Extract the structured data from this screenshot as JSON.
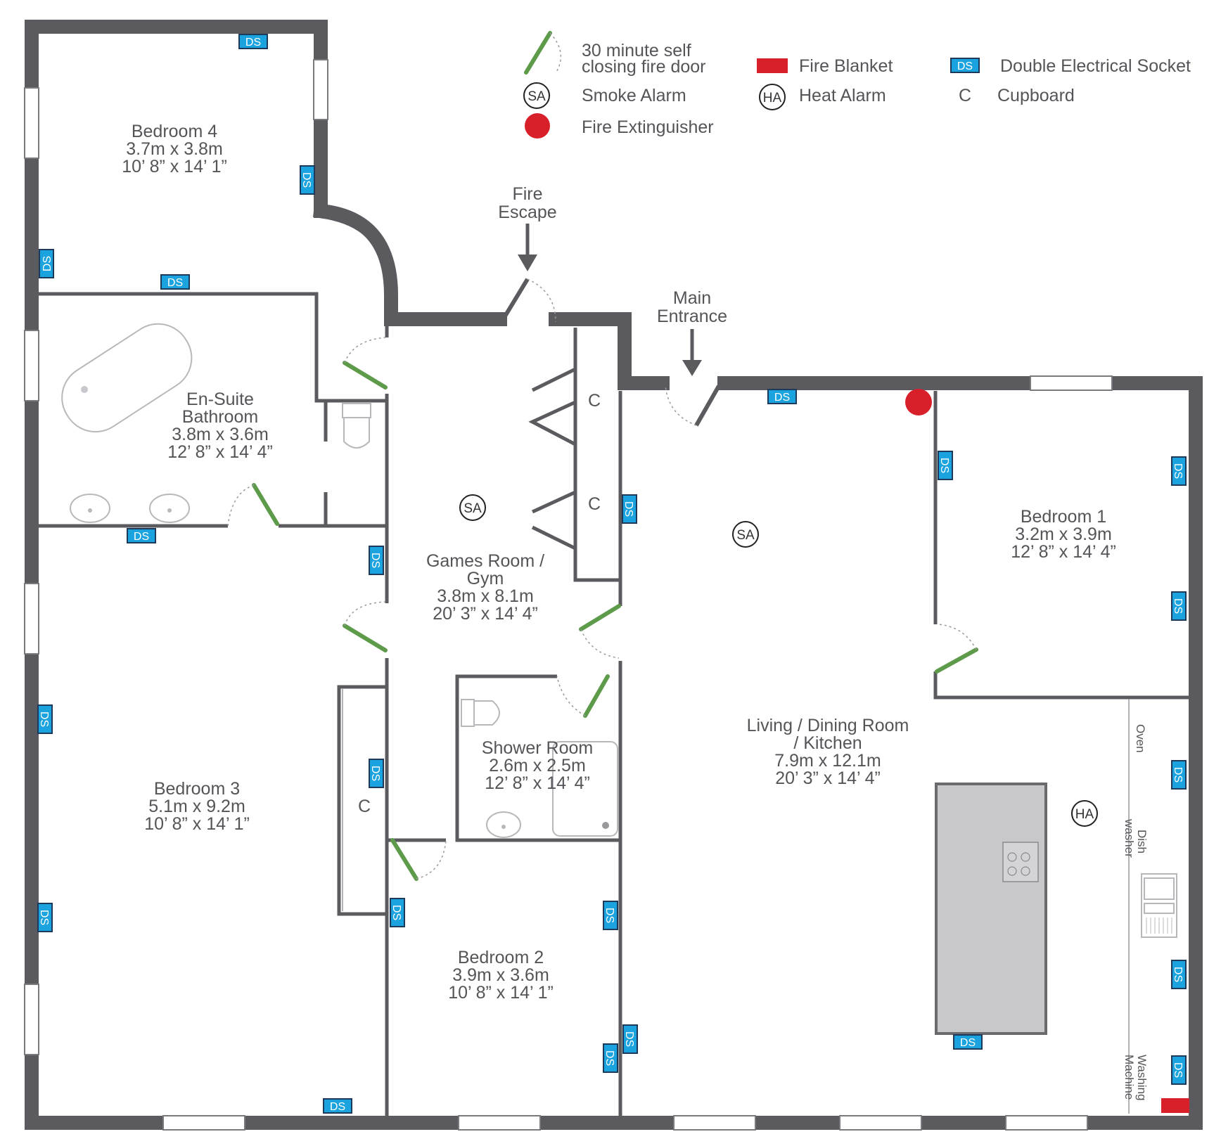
{
  "legend": {
    "fire_door": "30 minute self closing fire door",
    "fire_door_line1": "30 minute self",
    "fire_door_line2": "closing fire door",
    "smoke_alarm": "Smoke Alarm",
    "fire_extinguisher": "Fire Extinguisher",
    "fire_blanket": "Fire Blanket",
    "heat_alarm": "Heat Alarm",
    "double_socket": "Double Electrical Socket",
    "cupboard": "Cupboard",
    "sa_symbol": "SA",
    "ha_symbol": "HA",
    "ds_symbol": "DS",
    "c_symbol": "C"
  },
  "colors": {
    "wall": "#5b5b5f",
    "fire_door": "#5d9a4a",
    "socket": "#1aa3de",
    "extinguisher": "#d8202b",
    "blanket": "#d8202b",
    "island": "#c8c8ca",
    "text": "#555559"
  },
  "icons": [
    "fire-door-icon",
    "smoke-alarm-icon",
    "heat-alarm-icon",
    "fire-extinguisher-icon",
    "fire-blanket-icon",
    "socket-icon",
    "bath-icon",
    "toilet-icon",
    "basin-icon",
    "hob-icon",
    "sink-icon",
    "shower-tray-icon"
  ],
  "labels": {
    "fire_escape": [
      "Fire",
      "Escape"
    ],
    "main_entrance": [
      "Main",
      "Entrance"
    ],
    "oven": "Oven",
    "dishwasher": [
      "Dish",
      "washer"
    ],
    "washing_machine": [
      "Washing",
      "Machine"
    ]
  },
  "rooms": {
    "bedroom4": {
      "name": "Bedroom 4",
      "metric": "3.7m x 3.8m",
      "imperial": "10’ 8” x 14’ 1”"
    },
    "ensuite": {
      "name1": "En-Suite",
      "name2": "Bathroom",
      "metric": "3.8m x 3.6m",
      "imperial": "12’ 8” x 14’ 4”"
    },
    "games": {
      "name1": "Games Room /",
      "name2": "Gym",
      "metric": "3.8m x 8.1m",
      "imperial": "20’ 3” x 14’ 4”"
    },
    "bedroom3": {
      "name": "Bedroom 3",
      "metric": "5.1m x 9.2m",
      "imperial": "10’ 8” x 14’ 1”"
    },
    "shower": {
      "name": "Shower Room",
      "metric": "2.6m x 2.5m",
      "imperial": "12’ 8” x 14’ 4”"
    },
    "bedroom2": {
      "name": "Bedroom 2",
      "metric": "3.9m x 3.6m",
      "imperial": "10’ 8” x 14’ 1”"
    },
    "living": {
      "name1": "Living / Dining Room",
      "name2": "/ Kitchen",
      "metric": "7.9m x 12.1m",
      "imperial": "20’ 3” x 14’ 4”"
    },
    "bedroom1": {
      "name": "Bedroom 1",
      "metric": "3.2m x 3.9m",
      "imperial": "12’ 8” x 14’ 4”"
    }
  }
}
